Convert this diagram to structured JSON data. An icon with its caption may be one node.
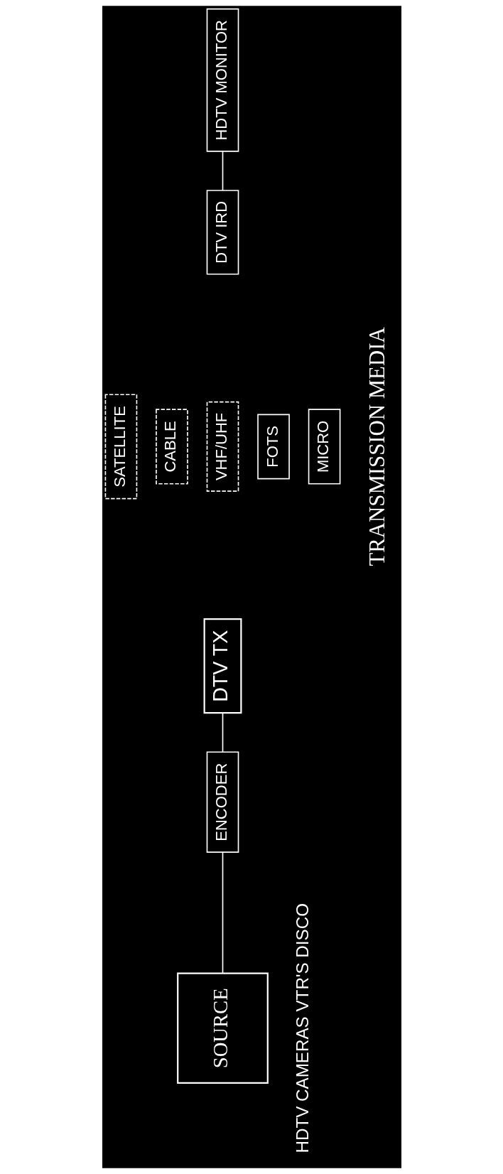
{
  "diagram": {
    "nodes": [
      {
        "text": [
          "SOURCE"
        ],
        "beside": [
          "HDTV CAMERAS VTR'S DISCO"
        ]
      },
      {
        "text": [
          "ENCODER"
        ]
      },
      {
        "text": [
          "DTV TX"
        ]
      },
      {
        "text": [
          "SATELLITE"
        ]
      },
      {
        "text": [
          "CABLE"
        ]
      },
      {
        "text": [
          "VHF/UHF"
        ]
      },
      {
        "text": [
          "FOTS"
        ]
      },
      {
        "text": [
          "MICRO"
        ]
      },
      {
        "text": [
          "DTV IRD"
        ]
      },
      {
        "text": [
          "HDTV MONITOR"
        ]
      }
    ],
    "edges": [
      {
        "from": 0,
        "to": 1,
        "arrow": "none"
      },
      {
        "from": 1,
        "to": 2,
        "arrow": "none"
      },
      {
        "from": 8,
        "to": 9,
        "arrow": "none"
      }
    ],
    "labels": [
      "TRANSMISSION MEDIA"
    ]
  }
}
